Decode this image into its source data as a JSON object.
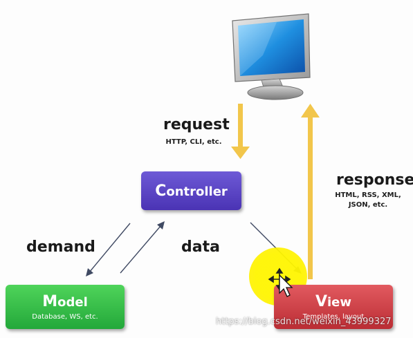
{
  "diagram": {
    "request": {
      "label": "request",
      "detail": "HTTP, CLI, etc."
    },
    "response": {
      "label": "response",
      "detail_line1": "HTML, RSS, XML,",
      "detail_line2": "JSON, etc."
    },
    "demand_label": "demand",
    "data_label": "data",
    "controller": {
      "initial": "C",
      "rest": "ontroller"
    },
    "model": {
      "initial": "M",
      "rest": "odel",
      "subtitle": "Database, WS, etc."
    },
    "view": {
      "initial": "V",
      "rest": "iew",
      "subtitle": "Templates, layout"
    }
  },
  "watermark": "https://blog.csdn.net/weixin_43999327",
  "colors": {
    "controller": "#5640c4",
    "model": "#34bd48",
    "view": "#cf444a",
    "arrow_yellow": "#f2c64b",
    "cursor_halo": "#fff200"
  },
  "icons": {
    "client": "computer-monitor-icon",
    "pointer": "mouse-cursor-icon"
  }
}
